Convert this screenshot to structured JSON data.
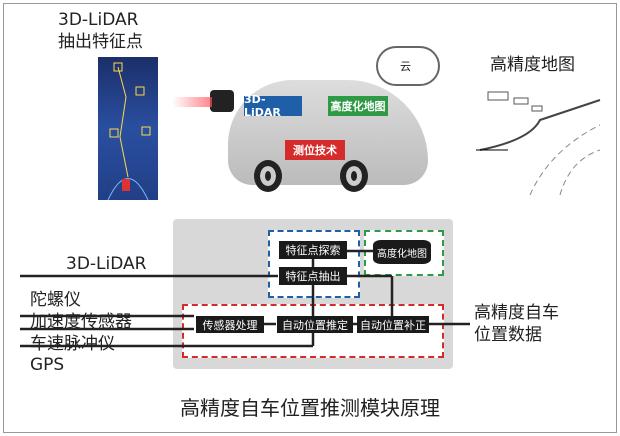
{
  "top_left": {
    "title_line1": "3D-LiDAR",
    "title_line2": "抽出特征点"
  },
  "car": {
    "lidar": "3D-LiDAR",
    "hd_map": "高度化地图",
    "positioning": "测位技术",
    "cloud": "云"
  },
  "top_right": {
    "title": "高精度地图"
  },
  "block": {
    "feature_search": "特征点探索",
    "feature_extract": "特征点抽出",
    "hd_map_db": "高度化地图",
    "sensor_proc": "传感器处理",
    "auto_estimate": "自动位置推定",
    "auto_correct": "自动位置补正"
  },
  "inputs": {
    "lidar": "3D-LiDAR",
    "gyro": "陀螺仪",
    "accel": "加速度传感器",
    "speed": "车速脉冲仪",
    "gps": "GPS"
  },
  "output": {
    "line1": "高精度自车",
    "line2": "位置数据"
  },
  "caption": "高精度自车位置推测模块原理",
  "colors": {
    "blue": "#1f5fa8",
    "green": "#2f9a45",
    "red": "#d52b2b"
  }
}
